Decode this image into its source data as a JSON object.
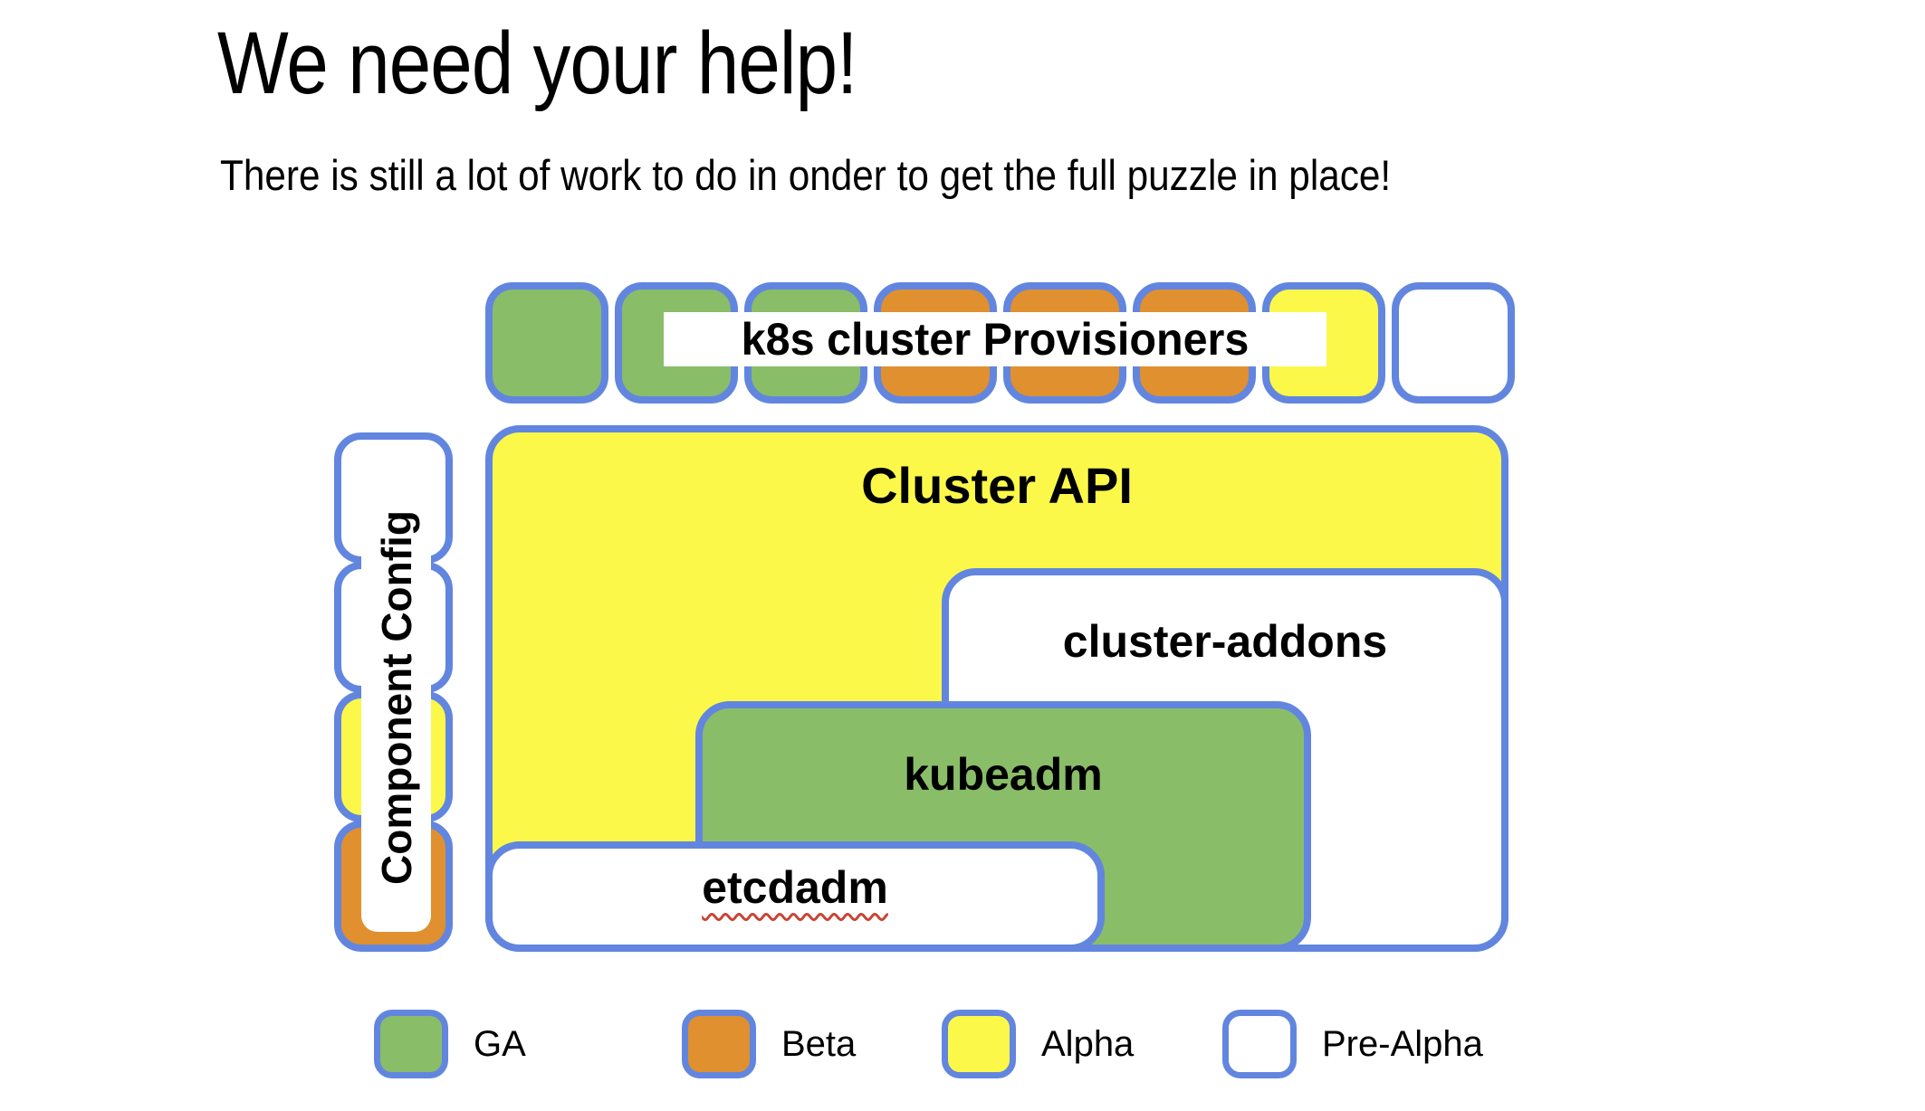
{
  "slide": {
    "title": "We need your help!",
    "subtitle": "There is still a lot of work to do in onder to get the full puzzle in place!"
  },
  "colors": {
    "ga_green": "#8ABD68",
    "beta_orange": "#E0902F",
    "alpha_yellow": "#FBF84A",
    "pre_alpha_white": "#FFFFFF",
    "puzzle_border_blue": "#6286DF",
    "text_black": "#000000",
    "spellcheck_red": "#C94335"
  },
  "provisioners_row": {
    "label": "k8s cluster Provisioners",
    "squares": [
      "ga",
      "ga",
      "ga",
      "beta",
      "beta",
      "beta",
      "alpha",
      "prealpha"
    ]
  },
  "component_config_column": {
    "label": "Component Config",
    "squares": [
      "prealpha",
      "prealpha",
      "alpha",
      "beta"
    ]
  },
  "boxes": {
    "cluster_api": {
      "label": "Cluster API",
      "status": "alpha"
    },
    "cluster_addons": {
      "label": "cluster-addons",
      "status": "prealpha"
    },
    "kubeadm": {
      "label": "kubeadm",
      "status": "ga"
    },
    "etcdadm": {
      "label": "etcdadm",
      "status": "prealpha",
      "spellcheck_underline": true
    }
  },
  "legend": {
    "items": [
      {
        "label": "GA",
        "status": "ga"
      },
      {
        "label": "Beta",
        "status": "beta"
      },
      {
        "label": "Alpha",
        "status": "alpha"
      },
      {
        "label": "Pre-Alpha",
        "status": "prealpha"
      }
    ]
  }
}
